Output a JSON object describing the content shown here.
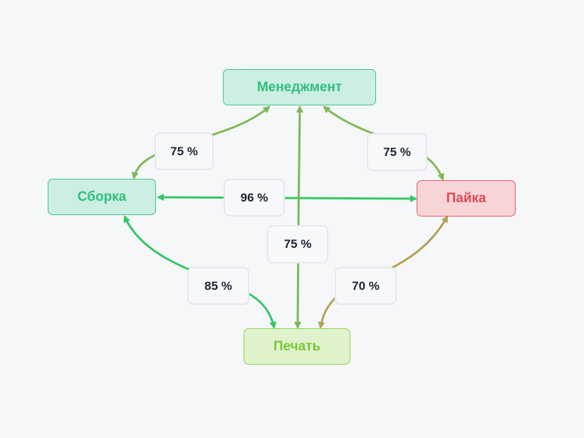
{
  "nodes": {
    "management": {
      "label": "Менеджмент"
    },
    "assembly": {
      "label": "Сборка"
    },
    "soldering": {
      "label": "Пайка"
    },
    "printing": {
      "label": "Печать"
    }
  },
  "edges": {
    "management_assembly": {
      "label": "75 %",
      "color": "#7fb955"
    },
    "management_soldering": {
      "label": "75 %",
      "color": "#7fb955"
    },
    "assembly_soldering": {
      "label": "96 %",
      "color": "#33c766"
    },
    "management_printing": {
      "label": "75 %",
      "color": "#7fb955"
    },
    "assembly_printing": {
      "label": "85 %",
      "color": "#33c766"
    },
    "soldering_printing": {
      "label": "70 %",
      "color": "#b0a455"
    }
  }
}
